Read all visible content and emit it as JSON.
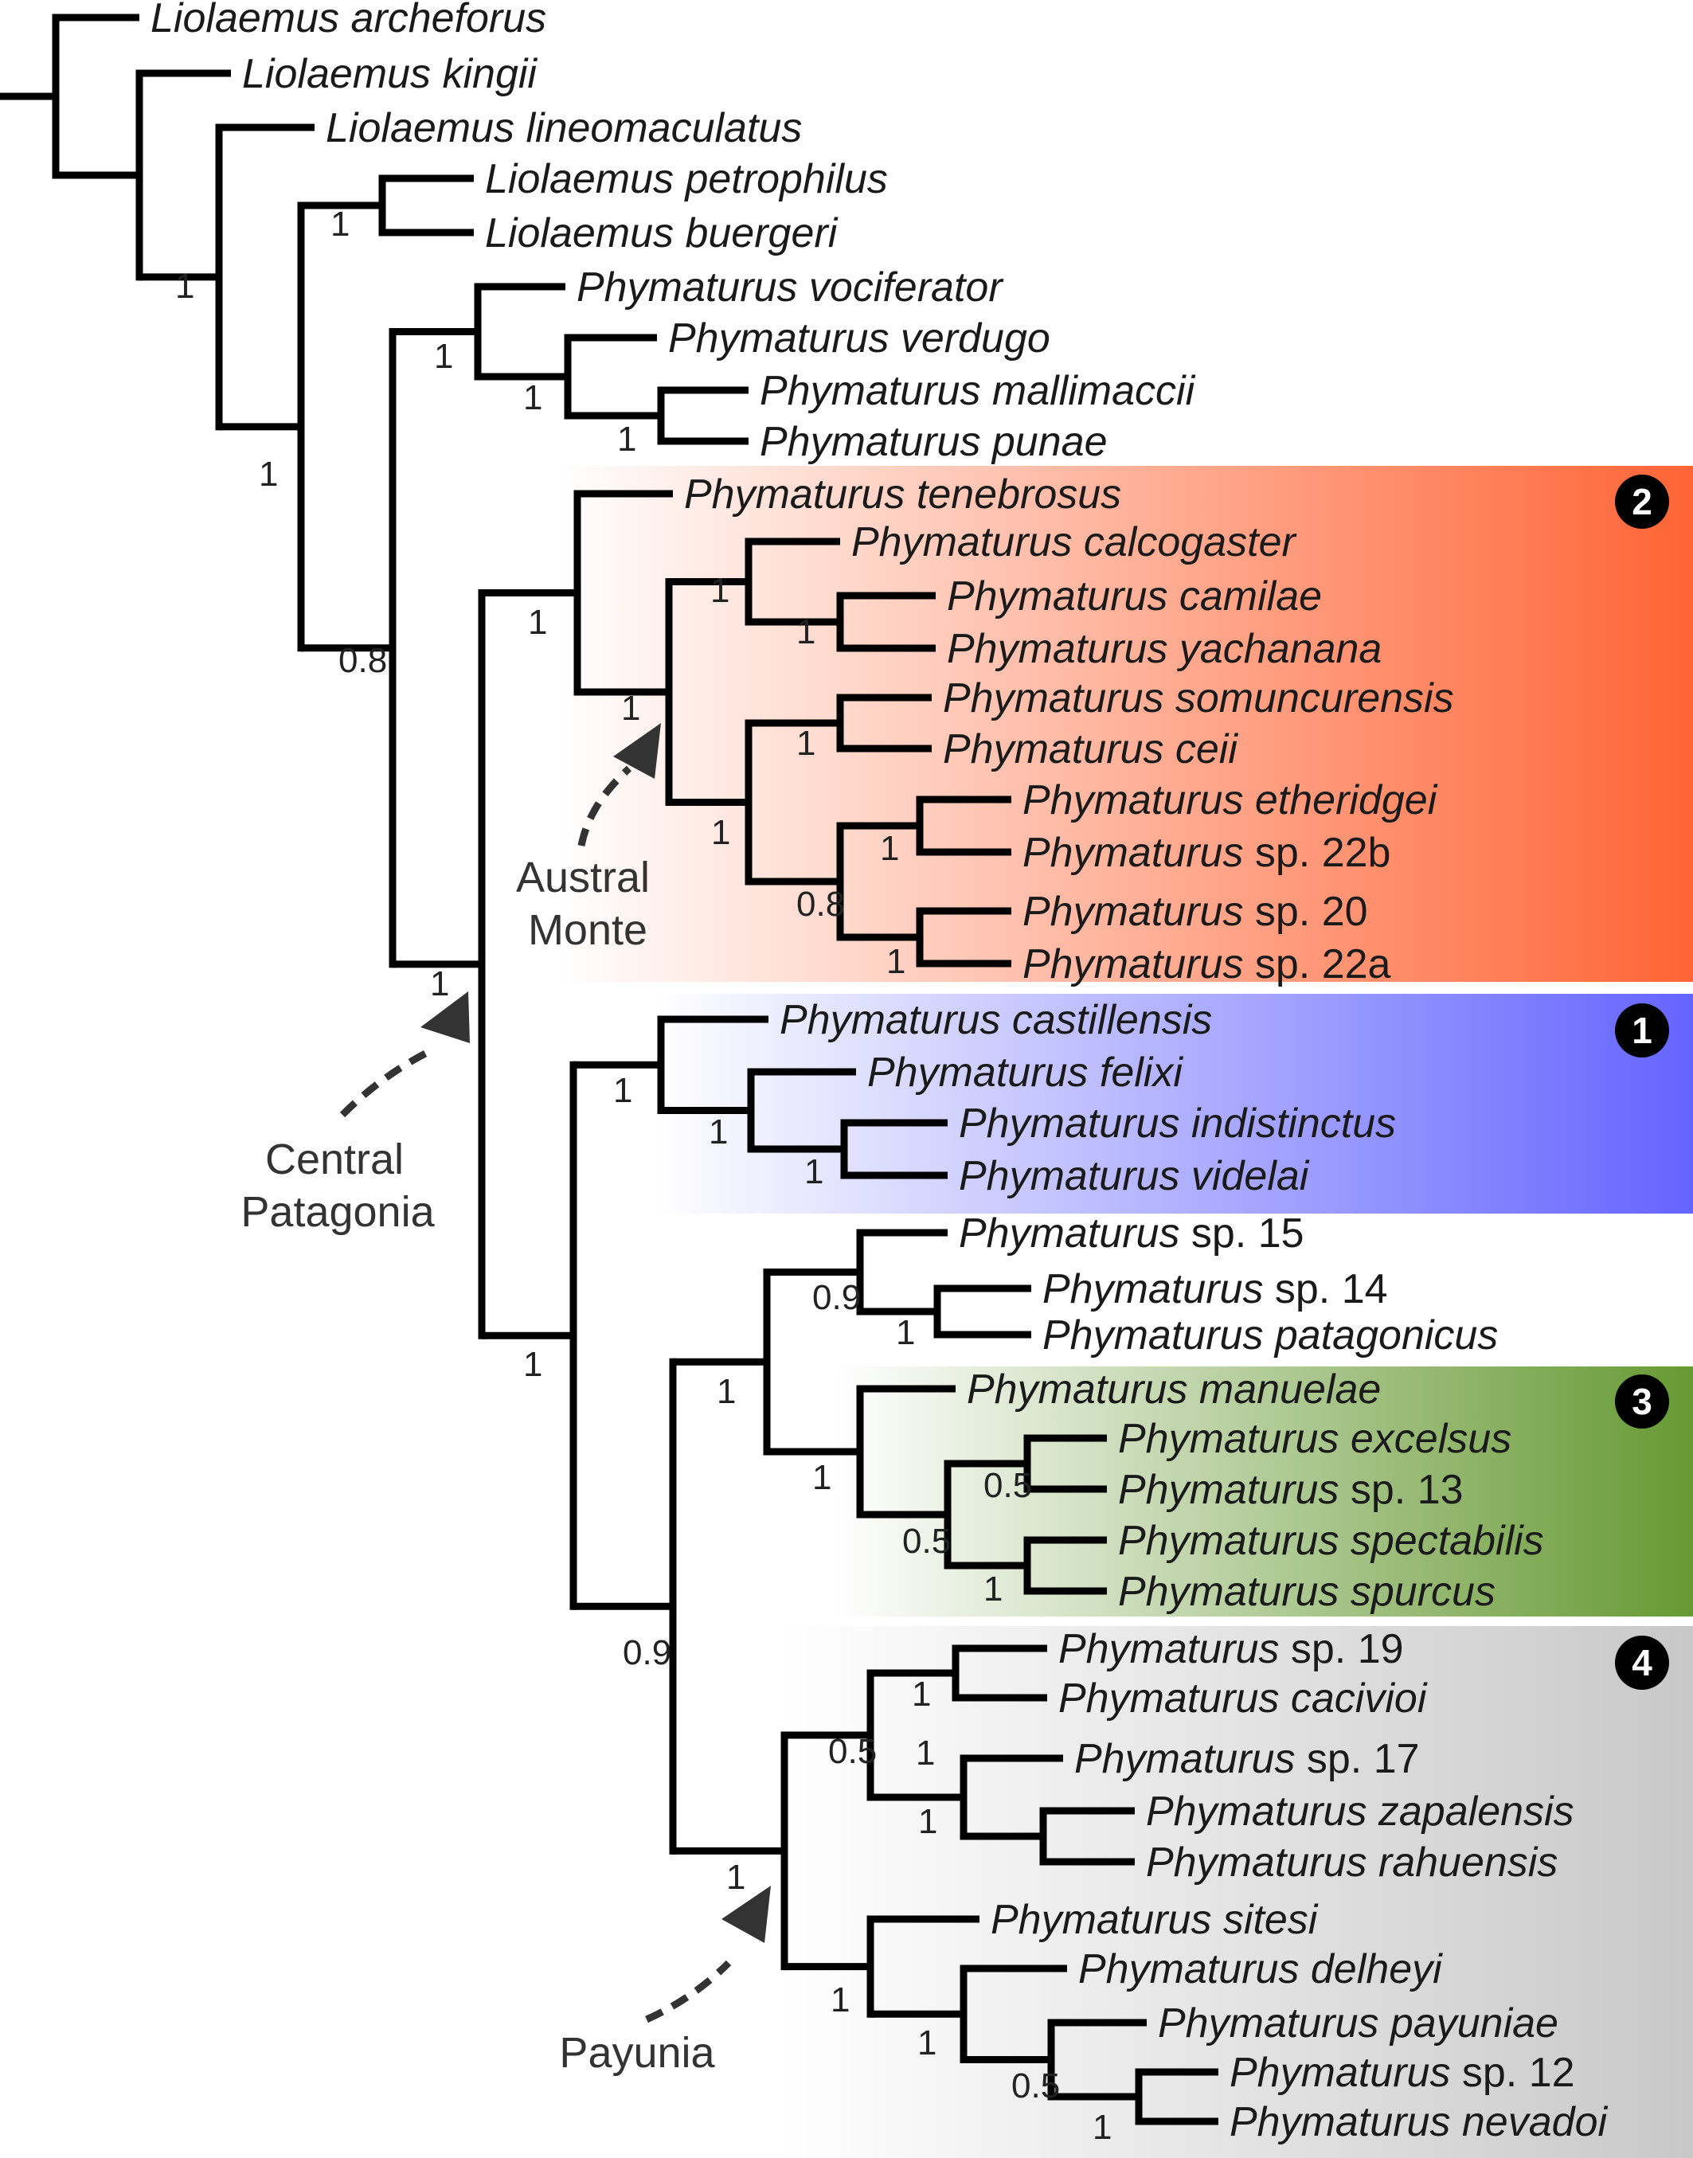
{
  "colors": {
    "clade2": "#ff6435",
    "clade1": "#6464ff",
    "clade3": "#669933",
    "clade4": "#c8c8c8"
  },
  "clade_badges": {
    "clade1": "1",
    "clade2": "2",
    "clade3": "3",
    "clade4": "4"
  },
  "regions": {
    "austral_monte": [
      "Austral",
      "Monte"
    ],
    "central_patagonia": [
      "Central",
      "Patagonia"
    ],
    "payunia": "Payunia"
  },
  "taxa": [
    {
      "genus": "Liolaemus",
      "epithet": "archeforus",
      "italic_epithet": true
    },
    {
      "genus": "Liolaemus",
      "epithet": "kingii",
      "italic_epithet": true
    },
    {
      "genus": "Liolaemus",
      "epithet": "lineomaculatus",
      "italic_epithet": true
    },
    {
      "genus": "Liolaemus",
      "epithet": "petrophilus",
      "italic_epithet": true
    },
    {
      "genus": "Liolaemus",
      "epithet": "buergeri",
      "italic_epithet": true
    },
    {
      "genus": "Phymaturus",
      "epithet": "vociferator",
      "italic_epithet": true
    },
    {
      "genus": "Phymaturus",
      "epithet": "verdugo",
      "italic_epithet": true
    },
    {
      "genus": "Phymaturus",
      "epithet": "mallimaccii",
      "italic_epithet": true
    },
    {
      "genus": "Phymaturus",
      "epithet": "punae",
      "italic_epithet": true
    },
    {
      "genus": "Phymaturus",
      "epithet": "tenebrosus",
      "italic_epithet": true
    },
    {
      "genus": "Phymaturus",
      "epithet": "calcogaster",
      "italic_epithet": true
    },
    {
      "genus": "Phymaturus",
      "epithet": "camilae",
      "italic_epithet": true
    },
    {
      "genus": "Phymaturus",
      "epithet": "yachanana",
      "italic_epithet": true
    },
    {
      "genus": "Phymaturus",
      "epithet": "somuncurensis",
      "italic_epithet": true
    },
    {
      "genus": "Phymaturus",
      "epithet": "ceii",
      "italic_epithet": true
    },
    {
      "genus": "Phymaturus",
      "epithet": "etheridgei",
      "italic_epithet": true
    },
    {
      "genus": "Phymaturus",
      "epithet": "sp. 22b",
      "italic_epithet": false
    },
    {
      "genus": "Phymaturus",
      "epithet": "sp. 20",
      "italic_epithet": false
    },
    {
      "genus": "Phymaturus",
      "epithet": "sp. 22a",
      "italic_epithet": false
    },
    {
      "genus": "Phymaturus",
      "epithet": "castillensis",
      "italic_epithet": true
    },
    {
      "genus": "Phymaturus",
      "epithet": "felixi",
      "italic_epithet": true
    },
    {
      "genus": "Phymaturus",
      "epithet": "indistinctus",
      "italic_epithet": true
    },
    {
      "genus": "Phymaturus",
      "epithet": "videlai",
      "italic_epithet": true
    },
    {
      "genus": "Phymaturus",
      "epithet": "sp. 15",
      "italic_epithet": false
    },
    {
      "genus": "Phymaturus",
      "epithet": "sp. 14",
      "italic_epithet": false
    },
    {
      "genus": "Phymaturus",
      "epithet": "patagonicus",
      "italic_epithet": true
    },
    {
      "genus": "Phymaturus",
      "epithet": "manuelae",
      "italic_epithet": true
    },
    {
      "genus": "Phymaturus",
      "epithet": "excelsus",
      "italic_epithet": true
    },
    {
      "genus": "Phymaturus",
      "epithet": "sp. 13",
      "italic_epithet": false
    },
    {
      "genus": "Phymaturus",
      "epithet": "spectabilis",
      "italic_epithet": true
    },
    {
      "genus": "Phymaturus",
      "epithet": "spurcus",
      "italic_epithet": true
    },
    {
      "genus": "Phymaturus",
      "epithet": "sp. 19",
      "italic_epithet": false
    },
    {
      "genus": "Phymaturus",
      "epithet": "cacivioi",
      "italic_epithet": true
    },
    {
      "genus": "Phymaturus",
      "epithet": "sp. 17",
      "italic_epithet": false
    },
    {
      "genus": "Phymaturus",
      "epithet": "zapalensis",
      "italic_epithet": true
    },
    {
      "genus": "Phymaturus",
      "epithet": "rahuensis",
      "italic_epithet": true
    },
    {
      "genus": "Phymaturus",
      "epithet": "sitesi",
      "italic_epithet": true
    },
    {
      "genus": "Phymaturus",
      "epithet": "delheyi",
      "italic_epithet": true
    },
    {
      "genus": "Phymaturus",
      "epithet": "payuniae",
      "italic_epithet": true
    },
    {
      "genus": "Phymaturus",
      "epithet": "sp. 12",
      "italic_epithet": false
    },
    {
      "genus": "Phymaturus",
      "epithet": "nevadoi",
      "italic_epithet": true
    }
  ],
  "supports": [
    "1",
    "1",
    "1",
    "1",
    "1",
    "1",
    "1",
    "1",
    "1",
    "0.8",
    "1",
    "1",
    "1",
    "1",
    "1",
    "1",
    "1",
    "0.9",
    "0.5",
    "1",
    "0.5",
    "1",
    "1",
    "1",
    "1",
    "1",
    "0.5",
    "1",
    "0.5",
    "1",
    "1",
    "1",
    "0.9",
    "1",
    "1",
    "0.8",
    "1",
    "1"
  ]
}
